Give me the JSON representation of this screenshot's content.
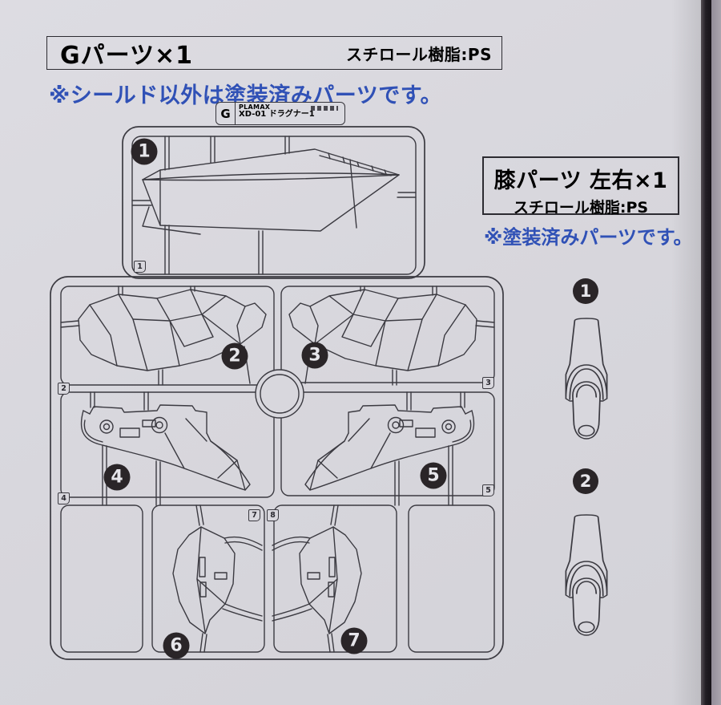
{
  "header": {
    "title": "Gパーツ×1",
    "material": "スチロール樹脂:PS"
  },
  "note": "※シールド以外は塗装済みパーツです。",
  "runner_tag": {
    "letter": "G",
    "brand": "PLAMAX",
    "kit": "XD-01 ドラグナー1"
  },
  "sprue": {
    "badges": [
      "1",
      "2",
      "3",
      "4",
      "5",
      "6",
      "7"
    ],
    "cavity_labels": [
      "1",
      "2",
      "3",
      "4",
      "5",
      "7",
      "8"
    ]
  },
  "side_panel": {
    "title": "膝パーツ 左右×1",
    "material": "スチロール樹脂:PS",
    "note": "※塗装済みパーツです。",
    "badges": [
      "1",
      "2"
    ]
  },
  "colors": {
    "paper": "#d8d7dd",
    "line": "#3b3a41",
    "accent_blue": "#3051b6",
    "badge_bg": "#2a2528"
  }
}
